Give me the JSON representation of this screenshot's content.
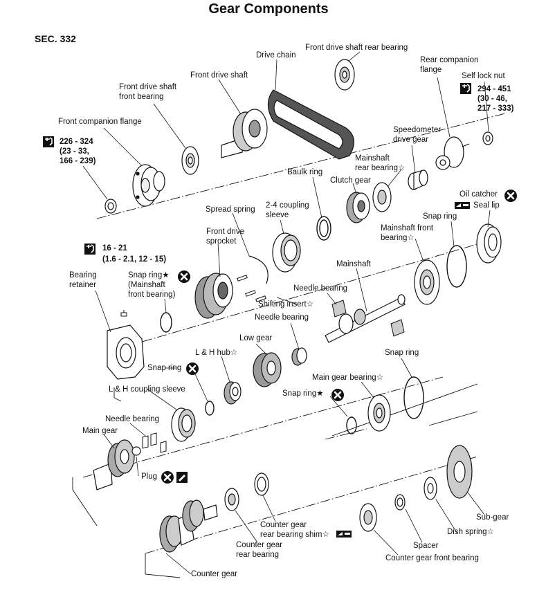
{
  "title": "Gear Components",
  "section": "SEC. 332",
  "symbols": {
    "star_filled": "★",
    "star_open": "☆"
  },
  "labels": {
    "drive_chain": "Drive chain",
    "front_drive_shaft_rear_bearing": "Front drive shaft rear bearing",
    "rear_companion_flange_1": "Rear companion",
    "rear_companion_flange_2": "flange",
    "self_lock_nut": "Self lock nut",
    "front_drive_shaft": "Front drive shaft",
    "front_drive_shaft_front_bearing_1": "Front drive shaft",
    "front_drive_shaft_front_bearing_2": "front bearing",
    "front_companion_flange": "Front companion flange",
    "speedometer_drive_gear_1": "Speedometer",
    "speedometer_drive_gear_2": "drive gear",
    "mainshaft_rear_bearing_1": "Mainshaft",
    "mainshaft_rear_bearing_2": "rear bearing",
    "baulk_ring": "Baulk ring",
    "clutch_gear": "Clutch gear",
    "oil_catcher": "Oil catcher",
    "seal_lip": "Seal lip",
    "spread_spring": "Spread spring",
    "coupling_sleeve_24_1": "2-4 coupling",
    "coupling_sleeve_24_2": "sleeve",
    "snap_ring_top": "Snap ring",
    "front_drive_sprocket_1": "Front drive",
    "front_drive_sprocket_2": "sprocket",
    "mainshaft_front_bearing_1": "Mainshaft front",
    "mainshaft_front_bearing_2": "bearing",
    "mainshaft": "Mainshaft",
    "bearing_retainer_1": "Bearing",
    "bearing_retainer_2": "retainer",
    "snap_ring_mainshaft_1": "Snap ring",
    "snap_ring_mainshaft_2": "(Mainshaft",
    "snap_ring_mainshaft_3": "front bearing)",
    "needle_bearing_upper": "Needle bearing",
    "shifting_insert": "Shifting insert",
    "needle_bearing_mid": "Needle bearing",
    "low_gear": "Low gear",
    "lh_hub": "L & H hub",
    "snap_ring_mid": "Snap ring",
    "snap_ring_right": "Snap ring",
    "lh_coupling_sleeve": "L & H coupling sleeve",
    "main_gear_bearing": "Main gear bearing",
    "snap_ring_lower": "Snap ring",
    "needle_bearing_lower": "Needle bearing",
    "main_gear": "Main gear",
    "plug": "Plug",
    "counter_gear_rear_bearing_shim_1": "Counter gear",
    "counter_gear_rear_bearing_shim_2": "rear bearing shim",
    "counter_gear_rear_bearing_1": "Counter gear",
    "counter_gear_rear_bearing_2": "rear bearing",
    "sub_gear": "Sub-gear",
    "dish_spring": "Dish spring",
    "spacer": "Spacer",
    "counter_gear_front_bearing": "Counter gear front bearing",
    "counter_gear": "Counter gear"
  },
  "torques": {
    "self_lock_nut": [
      "294 - 451",
      "(30 - 46,",
      "217 - 333)"
    ],
    "front_companion_flange": [
      "226 - 324",
      "(23 - 33,",
      "166 - 239)"
    ],
    "bearing_retainer_bolt": [
      "16 - 21",
      "(1.6 - 2.1, 12 - 15)"
    ]
  }
}
